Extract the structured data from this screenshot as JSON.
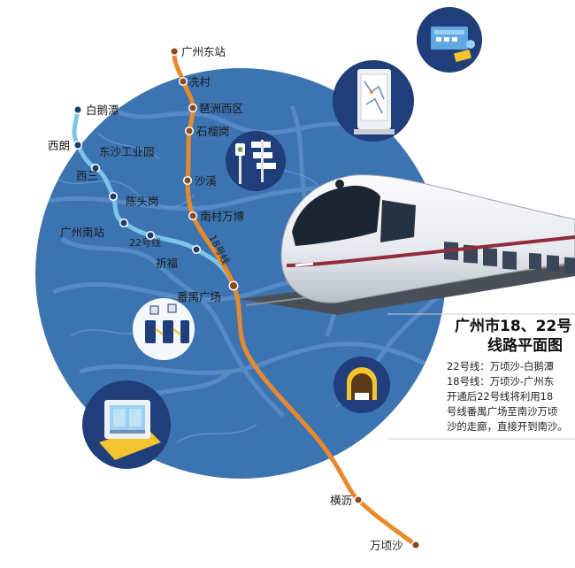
{
  "map": {
    "title_line1": "广州市18、22号",
    "title_line2": "线路平面图",
    "description": [
      "22号线：万顷沙-白鹅潭",
      "18号线：万顷沙-广州东",
      "开通后22号线将利用18",
      "号线番禺广场至南沙万顷",
      "沙的走廊，直接开到南沙。"
    ],
    "colors": {
      "line18": "#e88a2c",
      "line22": "#7cc4e8",
      "circle": "#3c74b2",
      "water": "#5b8fc9"
    },
    "line18": {
      "label": "18号线",
      "stations": [
        "广州东站",
        "冼村",
        "琶洲西区",
        "石榴岗",
        "沙溪",
        "南村万博",
        "番禺广场",
        "横沥",
        "万顷沙"
      ]
    },
    "line22": {
      "label": "22号线",
      "stations": [
        "白鹅潭",
        "西朗",
        "东沙工业园",
        "西三",
        "陈头岗",
        "广州南站",
        "祈福",
        "番禺广场"
      ]
    },
    "icons": [
      "ticket-machine-icon",
      "station-map-board-icon",
      "signpost-icon",
      "fare-gate-icon",
      "tunnel-icon",
      "ticket-counter-icon",
      "high-speed-train-icon"
    ]
  }
}
